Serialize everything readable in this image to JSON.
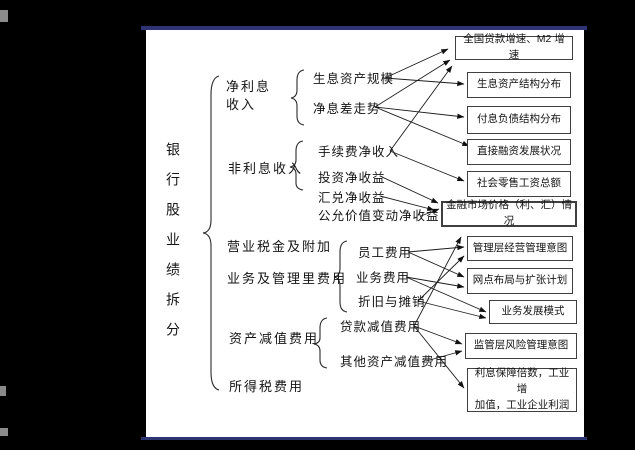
{
  "window": {
    "background": "#000000",
    "page_background": "#ffffff",
    "rule_color": "#2e3472"
  },
  "diagram": {
    "root_title": "银行股业绩拆分",
    "categories": {
      "net_interest_income": "净利息\n收入",
      "non_interest_income": "非利息收入",
      "business_tax": "营业税金及附加",
      "admin_expense": "业务及管理里费用",
      "impairment": "资产减值费用",
      "income_tax": "所得税费用"
    },
    "subitems": {
      "earning_asset_scale": "生息资产规模",
      "nim_trend": "净息差走势",
      "fee_income": "手续费净收入",
      "investment_income": "投资净收益",
      "fx_income": "汇兑净收益",
      "fair_value_income": "公允价值变动净收益",
      "staff_cost": "员工费用",
      "business_cost": "业务费用",
      "depreciation": "折旧与摊销",
      "loan_impairment": "贷款减值费用",
      "other_impairment": "其他资产减值费用"
    },
    "driver_boxes": {
      "box1": "全国贷款增速、M2 增速",
      "box2": "生息资产结构分布",
      "box3": "付息负债结构分布",
      "box4": "直接融资发展状况",
      "box5": "社会零售工资总额",
      "box6": "金融市场价格（利、汇）情况",
      "box7": "管理层经营管理意图",
      "box8": "网点布局与扩张计划",
      "box9": "业务发展模式",
      "box10": "监管层风险管理意图",
      "box11": "利息保障倍数，工业增\n加值，工业企业利润"
    },
    "edges": [
      {
        "from": "生息资产规模",
        "to": "全国贷款增速、M2 增速"
      },
      {
        "from": "生息资产规模",
        "to": "生息资产结构分布"
      },
      {
        "from": "净息差走势",
        "to": "全国贷款增速、M2 增速"
      },
      {
        "from": "净息差走势",
        "to": "付息负债结构分布"
      },
      {
        "from": "净息差走势",
        "to": "直接融资发展状况"
      },
      {
        "from": "手续费净收入",
        "to": "全国贷款增速、M2 增速"
      },
      {
        "from": "手续费净收入",
        "to": "社会零售工资总额"
      },
      {
        "from": "投资净收益",
        "to": "金融市场价格（利、汇）情况"
      },
      {
        "from": "汇兑净收益",
        "to": "金融市场价格（利、汇）情况"
      },
      {
        "from": "公允价值变动净收益",
        "to": "金融市场价格（利、汇）情况"
      },
      {
        "from": "员工费用",
        "to": "管理层经营管理意图"
      },
      {
        "from": "员工费用",
        "to": "网点布局与扩张计划"
      },
      {
        "from": "业务费用",
        "to": "网点布局与扩张计划"
      },
      {
        "from": "业务费用",
        "to": "业务发展模式"
      },
      {
        "from": "折旧与摊销",
        "to": "管理层经营管理意图"
      },
      {
        "from": "折旧与摊销",
        "to": "业务发展模式"
      },
      {
        "from": "贷款减值费用",
        "to": "管理层经营管理意图"
      },
      {
        "from": "贷款减值费用",
        "to": "监管层风险管理意图"
      },
      {
        "from": "贷款减值费用",
        "to": "利息保障倍数，工业增加值，工业企业利润"
      },
      {
        "from": "其他资产减值费用",
        "to": "监管层风险管理意图"
      }
    ]
  }
}
